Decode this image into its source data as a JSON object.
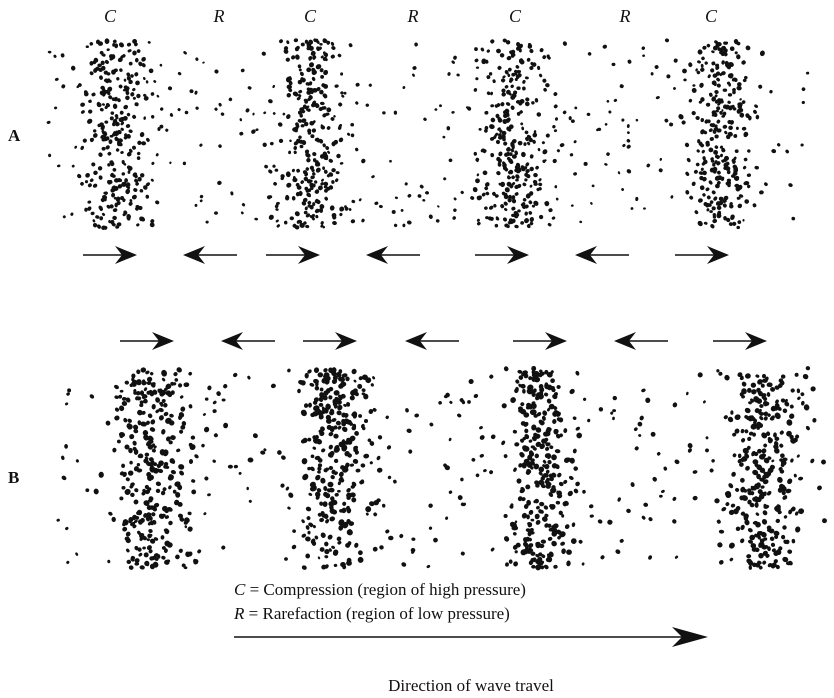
{
  "panel_a": {
    "label": "A",
    "zone_labels": [
      "C",
      "R",
      "C",
      "R",
      "C",
      "R",
      "C"
    ],
    "arrow_directions": [
      "right",
      "left",
      "right",
      "left",
      "right",
      "left",
      "right"
    ]
  },
  "panel_b": {
    "label": "B",
    "arrow_directions": [
      "right",
      "left",
      "right",
      "left",
      "right",
      "left",
      "right"
    ]
  },
  "legend": {
    "compression_symbol": "C",
    "compression_text": " = Compression (region of high pressure)",
    "rarefaction_symbol": "R",
    "rarefaction_text": " = Rarefaction (region of low pressure)"
  },
  "direction": {
    "label": "Direction of wave travel",
    "arrow_direction": "right"
  },
  "colors": {
    "ink": "#111111",
    "background": "#ffffff"
  }
}
